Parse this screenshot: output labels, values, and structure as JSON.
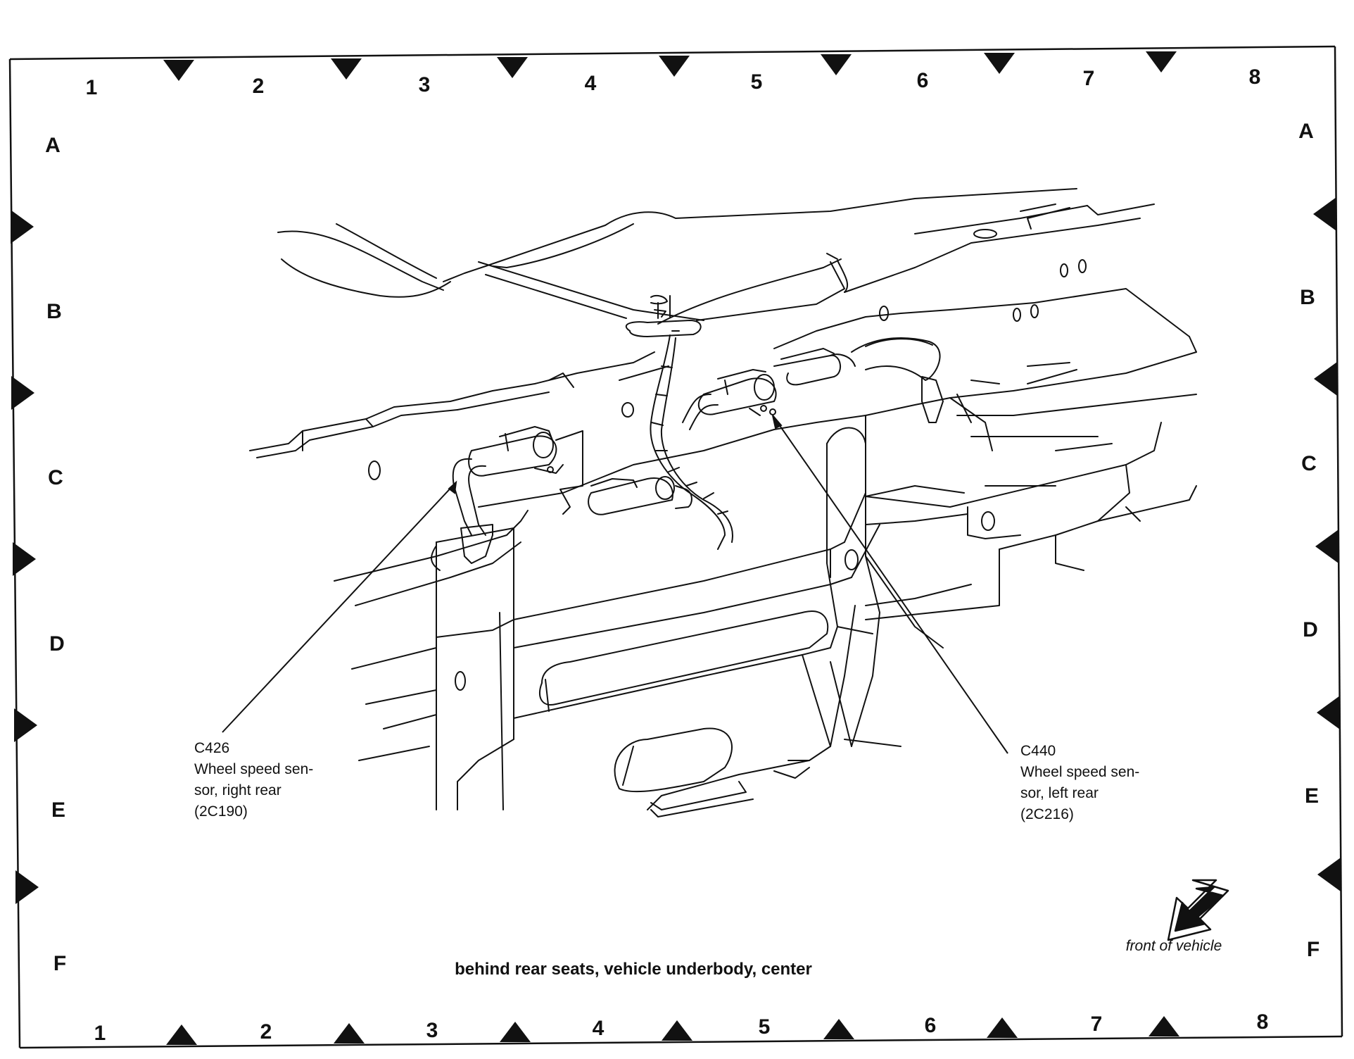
{
  "grid": {
    "columns": [
      "1",
      "2",
      "3",
      "4",
      "5",
      "6",
      "7",
      "8"
    ],
    "rows": [
      "A",
      "B",
      "C",
      "D",
      "E",
      "F"
    ]
  },
  "callouts": [
    {
      "id": "c426",
      "connector": "C426",
      "lines": [
        "Wheel speed sen-",
        "sor, right rear",
        "(2C190)"
      ]
    },
    {
      "id": "c440",
      "connector": "C440",
      "lines": [
        "Wheel speed sen-",
        "sor, left rear",
        "(2C216)"
      ]
    }
  ],
  "caption": "behind rear seats, vehicle underbody, center",
  "orientation": {
    "label": "front of vehicle",
    "icon": "front-arrow-icon"
  },
  "colors": {
    "ink": "#111111",
    "paper": "#ffffff"
  }
}
